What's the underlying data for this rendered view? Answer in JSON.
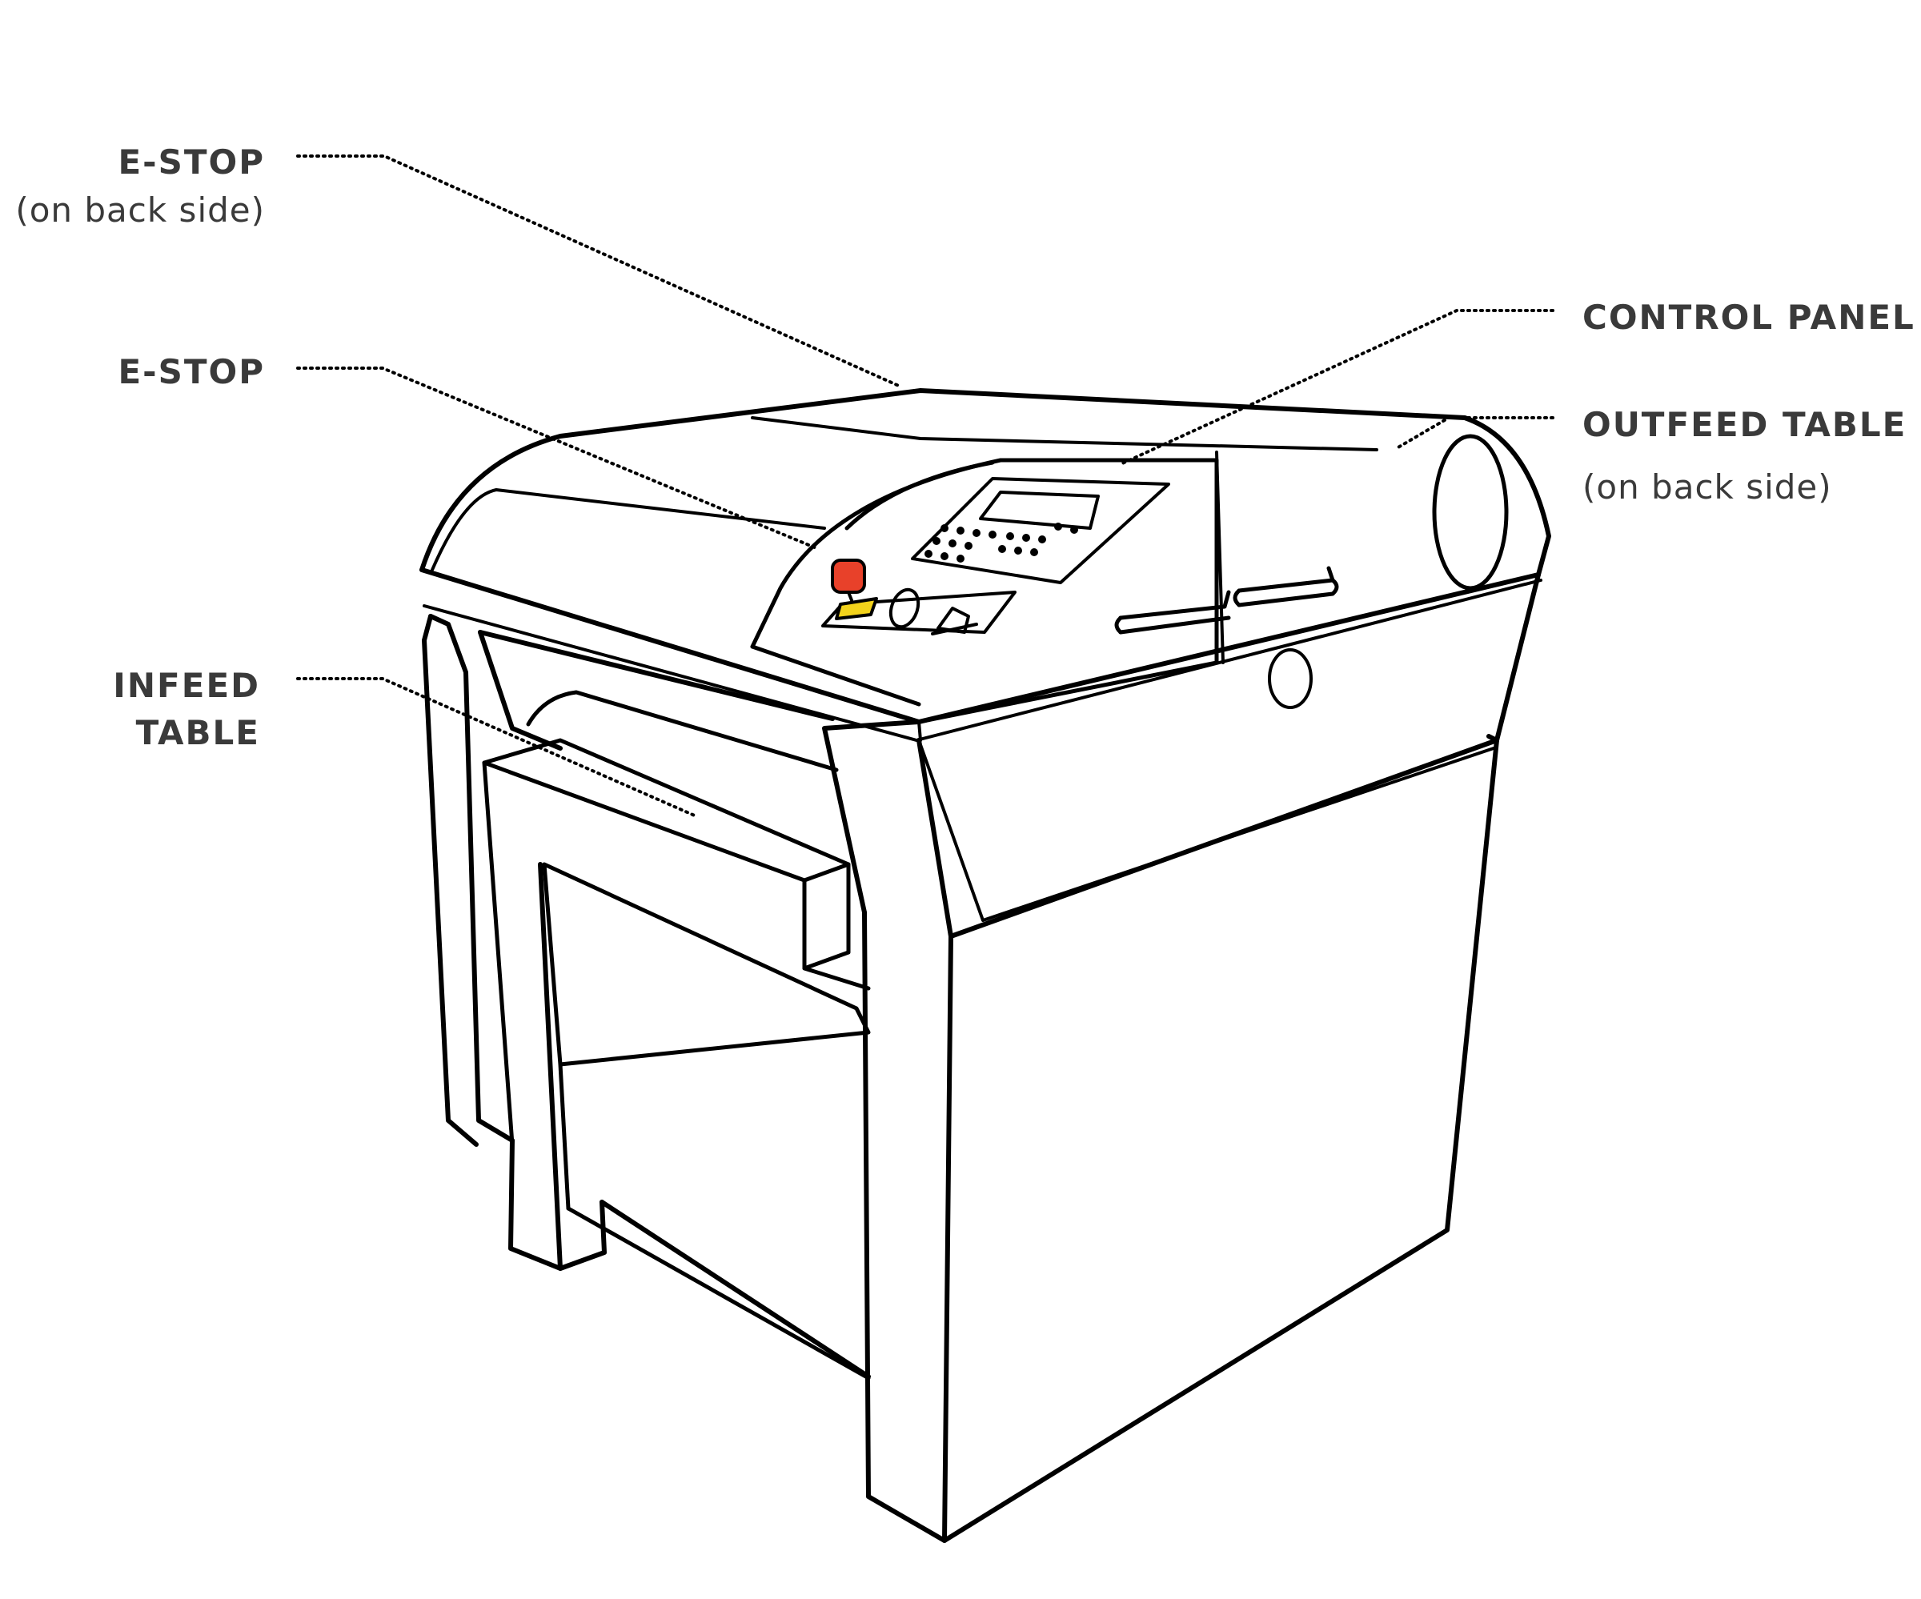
{
  "labels": {
    "estop_back": {
      "title": "E-STOP",
      "note": "(on back side)"
    },
    "estop": {
      "title": "E-STOP"
    },
    "infeed": {
      "line1": "INFEED",
      "line2": "TABLE"
    },
    "control_panel": {
      "title": "CONTROL PANEL"
    },
    "outfeed": {
      "title": "OUTFEED TABLE",
      "note": "(on back side)"
    }
  },
  "colors": {
    "ink": "#000000",
    "label_text": "#3a3a3a",
    "estop_button": "#e8412a",
    "estop_base": "#f2d21b"
  }
}
